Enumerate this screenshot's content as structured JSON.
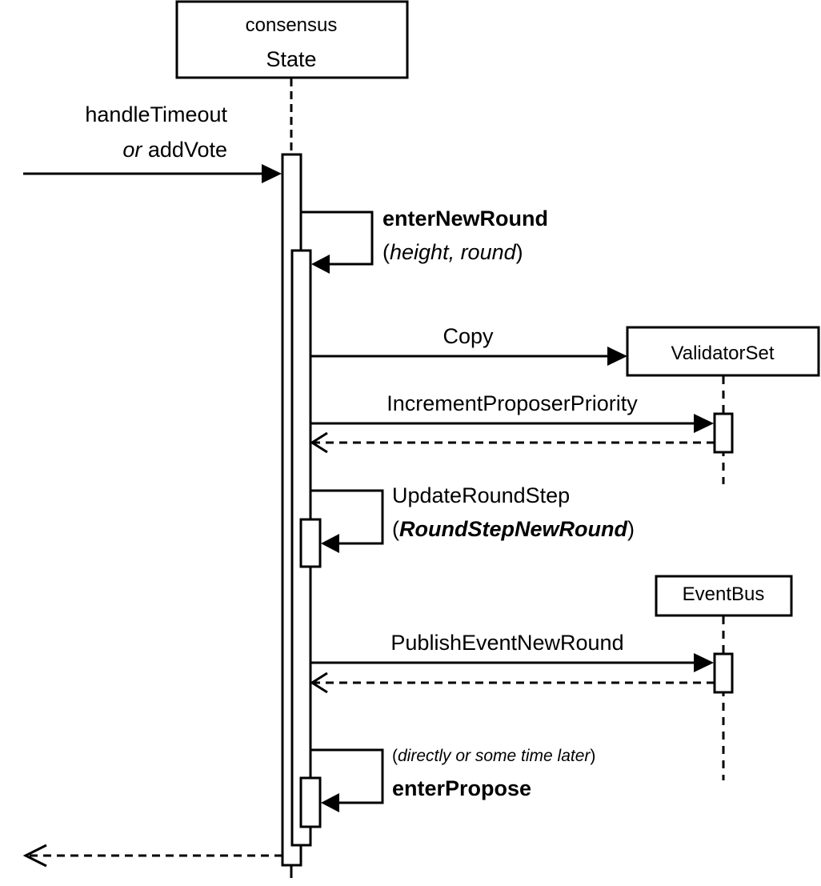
{
  "diagram": {
    "type": "sequence",
    "colors": {
      "stroke": "#000000",
      "fill": "#ffffff"
    },
    "lifelines": [
      {
        "id": "state",
        "stereotype": "consensus",
        "name": "State"
      },
      {
        "id": "validatorset",
        "name": "ValidatorSet"
      },
      {
        "id": "eventbus",
        "name": "EventBus"
      }
    ],
    "messages": {
      "incoming": {
        "line1": "handleTimeout",
        "line2_italic": "or",
        "line2_rest": " addVote"
      },
      "enter_new_round": {
        "name": "enterNewRound",
        "open": "(",
        "args": "height, round",
        "close": ")"
      },
      "copy": {
        "name": "Copy"
      },
      "increment": {
        "name": "IncrementProposerPriority"
      },
      "update_round_step": {
        "name": "UpdateRoundStep",
        "open": "(",
        "arg": "RoundStepNewRound",
        "close": ")"
      },
      "publish": {
        "name": "PublishEventNewRound"
      },
      "enter_propose": {
        "note_open": "(",
        "note": "directly or some time later",
        "note_close": ")",
        "name": "enterPropose"
      }
    }
  }
}
